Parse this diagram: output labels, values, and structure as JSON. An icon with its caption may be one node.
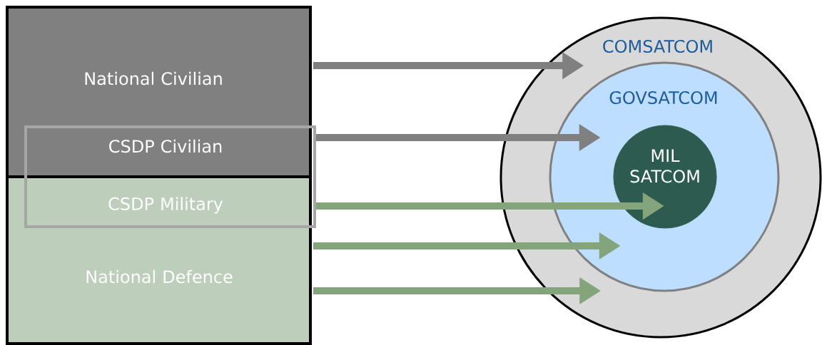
{
  "diagram": {
    "nodes": [
      {
        "text": [
          "National Civilian"
        ]
      },
      {
        "text": [
          "National Defence"
        ]
      },
      {
        "text": [
          "CSDP Civilian",
          "CSDP Military"
        ]
      },
      {
        "text": [
          "COMSATCOM"
        ]
      },
      {
        "text": [
          "GOVSATCOM"
        ],
        "in": 3
      },
      {
        "text": [
          "MIL SATCOM"
        ],
        "in": 4
      }
    ],
    "edges": [
      {
        "from": 0,
        "to": 3,
        "arrow": "to",
        "color": "#808080"
      },
      {
        "from": 2,
        "to": 4,
        "arrow": "to",
        "color": "#808080"
      },
      {
        "from": 2,
        "to": 5,
        "arrow": "to"
      },
      {
        "from": 1,
        "to": 4,
        "arrow": "to"
      },
      {
        "from": 1,
        "to": 3,
        "arrow": "to"
      }
    ]
  }
}
